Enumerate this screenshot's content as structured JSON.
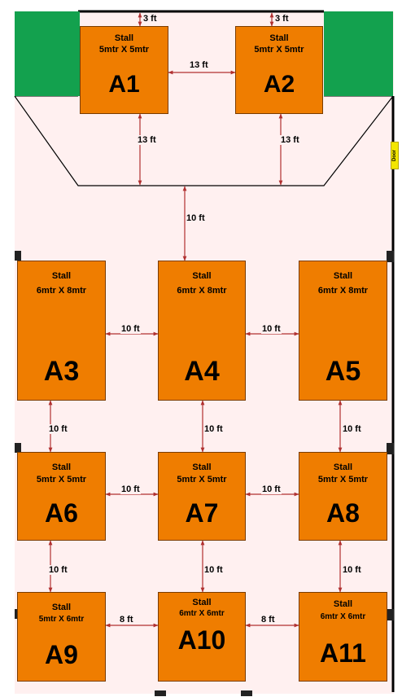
{
  "stall_word": "Stall",
  "stalls": [
    {
      "code": "A1",
      "size": "5mtr X 5mtr"
    },
    {
      "code": "A2",
      "size": "5mtr X 5mtr"
    },
    {
      "code": "A3",
      "size": "6mtr X 8mtr"
    },
    {
      "code": "A4",
      "size": "6mtr X 8mtr"
    },
    {
      "code": "A5",
      "size": "6mtr X 8mtr"
    },
    {
      "code": "A6",
      "size": "5mtr X 5mtr"
    },
    {
      "code": "A7",
      "size": "5mtr X 5mtr"
    },
    {
      "code": "A8",
      "size": "5mtr X 5mtr"
    },
    {
      "code": "A9",
      "size": "5mtr X 6mtr"
    },
    {
      "code": "A10",
      "size": "6mtr X 6mtr"
    },
    {
      "code": "A11",
      "size": "6mtr X 6mtr"
    }
  ],
  "dimensions": {
    "a1_top": "3 ft",
    "a2_top": "3 ft",
    "a1_a2": "13 ft",
    "a1_below": "13 ft",
    "a2_below": "13 ft",
    "center_gap": "10 ft",
    "a3_a4": "10 ft",
    "a4_a5": "10 ft",
    "a3_a6": "10 ft",
    "a4_a7": "10 ft",
    "a5_a8": "10 ft",
    "a6_a7": "10 ft",
    "a7_a8": "10 ft",
    "a6_a9": "10 ft",
    "a7_a10": "10 ft",
    "a8_a11": "10 ft",
    "a9_a10": "8 ft",
    "a10_a11": "8 ft"
  },
  "door_label": "Door",
  "colors": {
    "stall_fill": "#ef7d00",
    "green_area": "#13a14e",
    "floor": "#fff0f0",
    "arrow": "#b03030",
    "door": "#f3e600"
  }
}
